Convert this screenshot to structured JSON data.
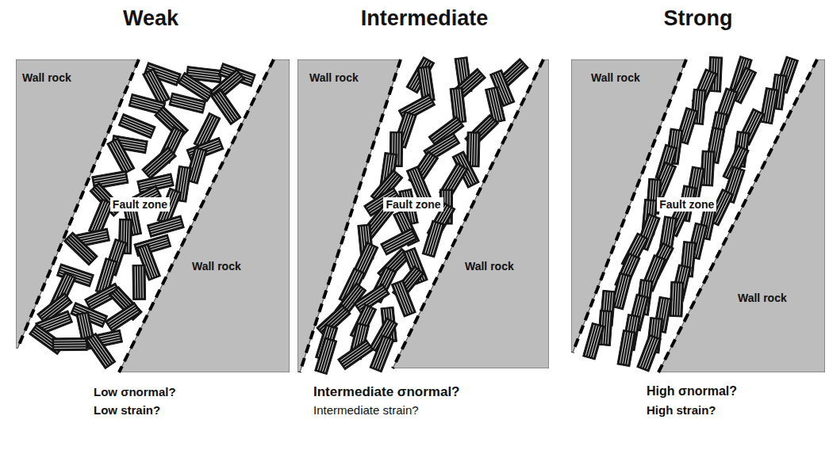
{
  "diagram": {
    "nodes": [
      {
        "text": [
          "Wall rock"
        ]
      },
      {
        "text": [
          "Fault zone"
        ]
      },
      {
        "text": [
          "Wall rock"
        ]
      },
      {
        "text": [
          "Wall rock"
        ]
      },
      {
        "text": [
          "Fault zone"
        ]
      },
      {
        "text": [
          "Wall rock"
        ]
      },
      {
        "text": [
          "Wall rock"
        ]
      },
      {
        "text": [
          "Fault zone"
        ]
      },
      {
        "text": [
          "Wall rock"
        ]
      }
    ],
    "labels": [
      "Weak",
      "Intermediate",
      "Strong",
      "Low σnormal?",
      "Low strain?",
      "Intermediate σnormal?",
      "Intermediate strain?",
      "High σnormal?",
      "High strain?"
    ]
  }
}
